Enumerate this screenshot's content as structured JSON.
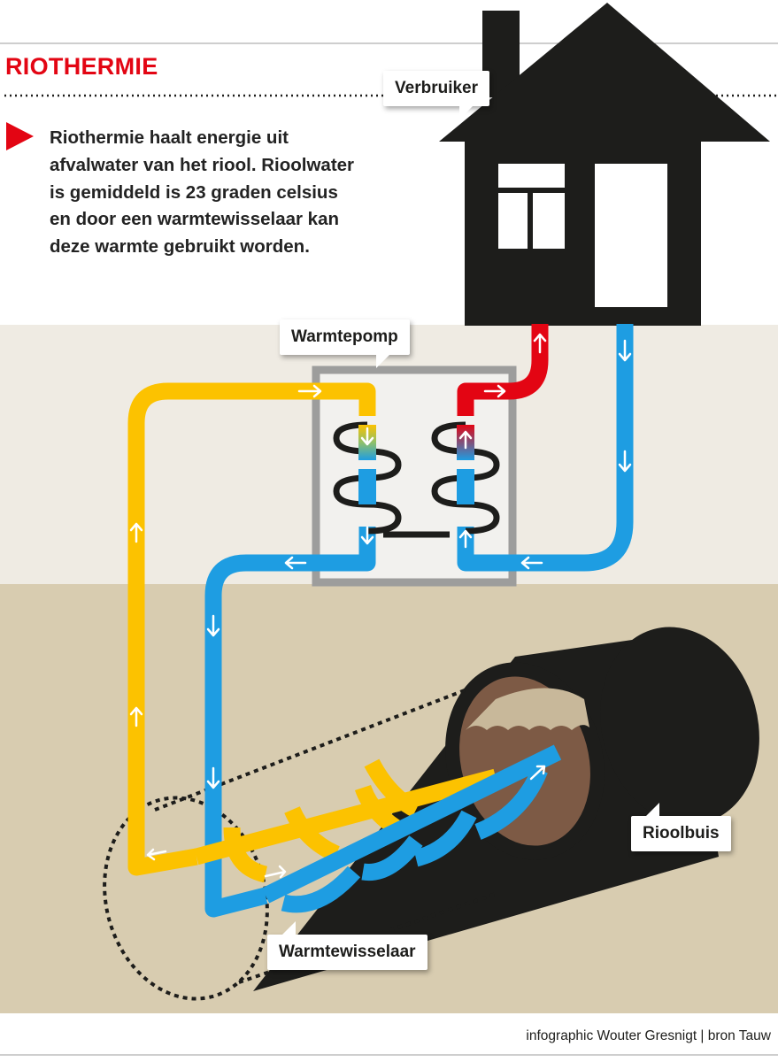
{
  "title": "RIOTHERMIE",
  "intro": "Riothermie haalt energie uit afvalwater van het riool. Rioolwater is gemiddeld is 23 graden celsius en door een warmtewisselaar kan deze warmte gebruikt worden.",
  "labels": {
    "consumer": "Verbruiker",
    "heat_pump": "Warmtepomp",
    "sewer_pipe": "Rioolbuis",
    "heat_exchanger": "Warmtewisselaar"
  },
  "credit": "infographic Wouter Gresnigt | bron Tauw",
  "colors": {
    "accent": "#e30513",
    "yellow": "#fcc200",
    "blue": "#1e9de2",
    "red": "#e30513",
    "house": "#1d1d1b",
    "sky_band": "#efebe3",
    "ground": "#d8ccb0",
    "sewage": "#7d5a45"
  },
  "icons": [
    "triangle-bullet-icon",
    "flow-arrow-icon",
    "house-icon",
    "coil-icon"
  ]
}
